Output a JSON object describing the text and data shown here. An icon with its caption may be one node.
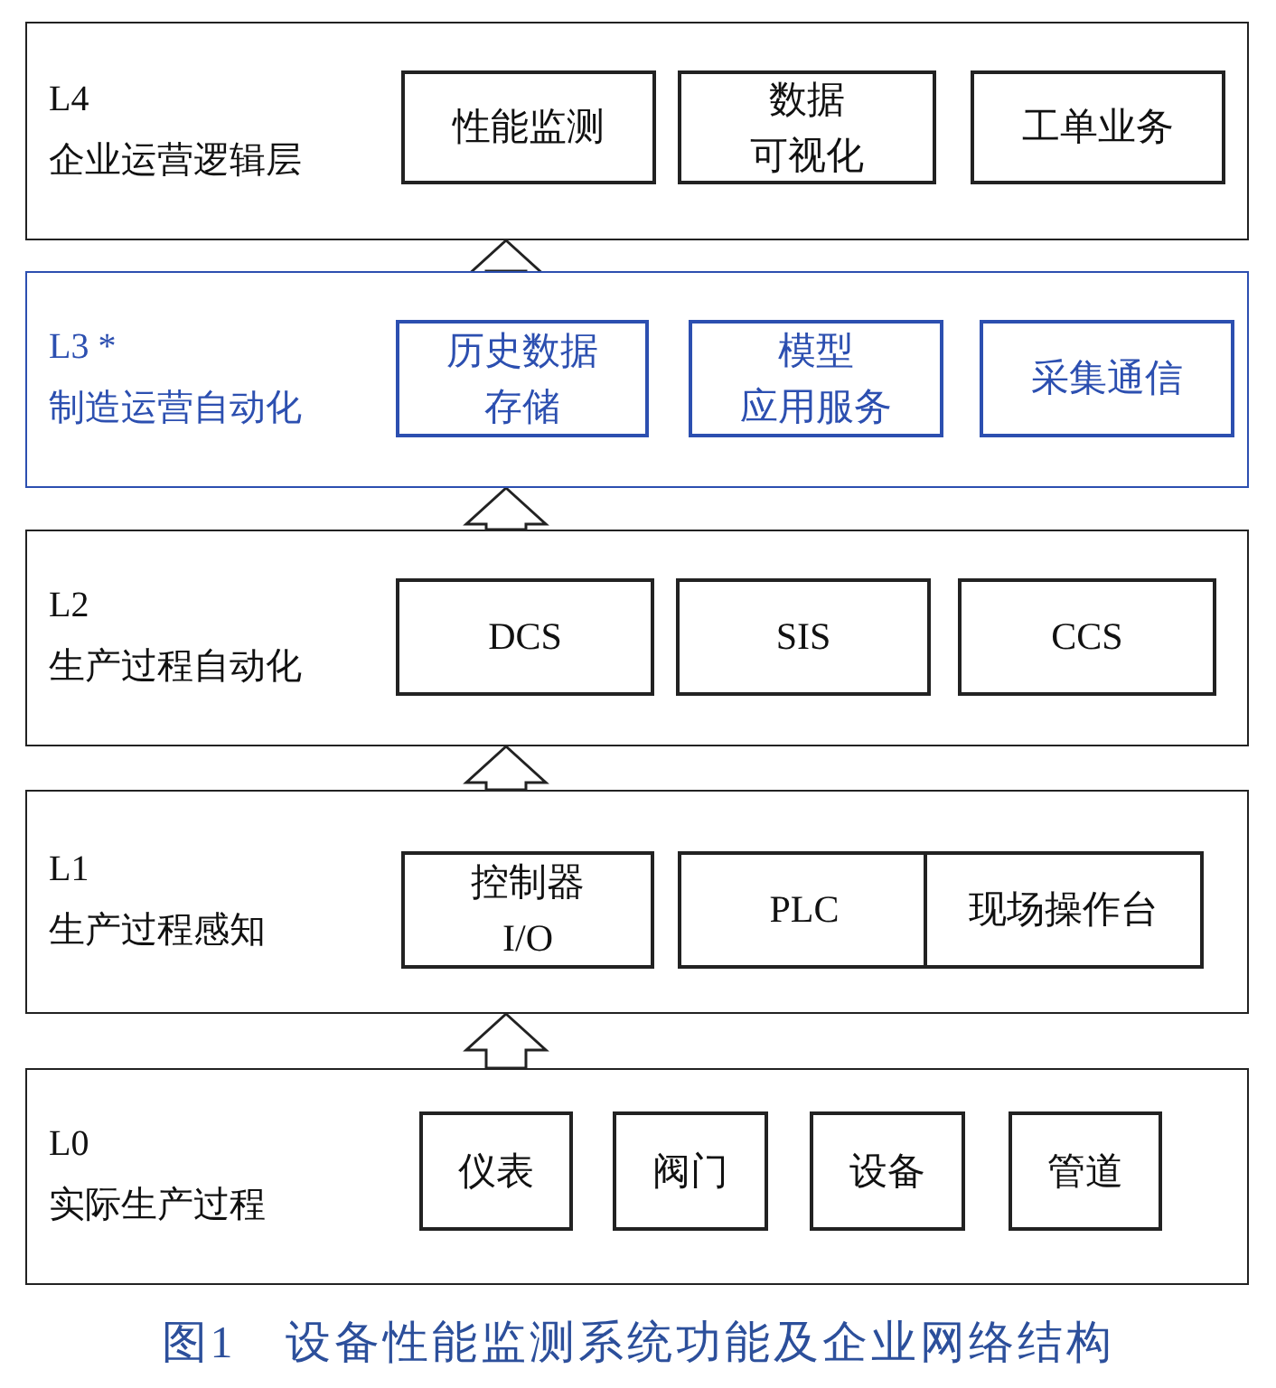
{
  "diagram": {
    "caption": "图1　设备性能监测系统功能及企业网络结构",
    "nodes": [
      {
        "text": [
          "L4",
          "企业运营逻辑层"
        ]
      },
      {
        "text": [
          "性能监测"
        ],
        "in": 0
      },
      {
        "text": [
          "数据可视化"
        ],
        "in": 0
      },
      {
        "text": [
          "工单业务"
        ],
        "in": 0
      },
      {
        "text": [
          "L3 *",
          "制造运营自动化"
        ]
      },
      {
        "text": [
          "历史数据存储"
        ],
        "in": 4
      },
      {
        "text": [
          "模型应用服务"
        ],
        "in": 4
      },
      {
        "text": [
          "采集通信"
        ],
        "in": 4
      },
      {
        "text": [
          "L2",
          "生产过程自动化"
        ]
      },
      {
        "text": [
          "DCS"
        ],
        "in": 8
      },
      {
        "text": [
          "SIS"
        ],
        "in": 8
      },
      {
        "text": [
          "CCS"
        ],
        "in": 8
      },
      {
        "text": [
          "L1",
          "生产过程感知"
        ]
      },
      {
        "text": [
          "控制器I/O"
        ],
        "in": 12
      },
      {
        "text": [
          "PLC"
        ],
        "in": 12
      },
      {
        "text": [
          "现场操作台"
        ],
        "in": 12
      },
      {
        "text": [
          "L0",
          "实际生产过程"
        ]
      },
      {
        "text": [
          "仪表"
        ],
        "in": 16
      },
      {
        "text": [
          "阀门"
        ],
        "in": 16
      },
      {
        "text": [
          "设备"
        ],
        "in": 16
      },
      {
        "text": [
          "管道"
        ],
        "in": 16
      }
    ],
    "edges": [
      {
        "from": 16,
        "to": 12,
        "arrow": "to"
      },
      {
        "from": 12,
        "to": 8,
        "arrow": "to"
      },
      {
        "from": 8,
        "to": 4,
        "arrow": "to"
      },
      {
        "from": 4,
        "to": 0,
        "arrow": "to"
      }
    ]
  }
}
